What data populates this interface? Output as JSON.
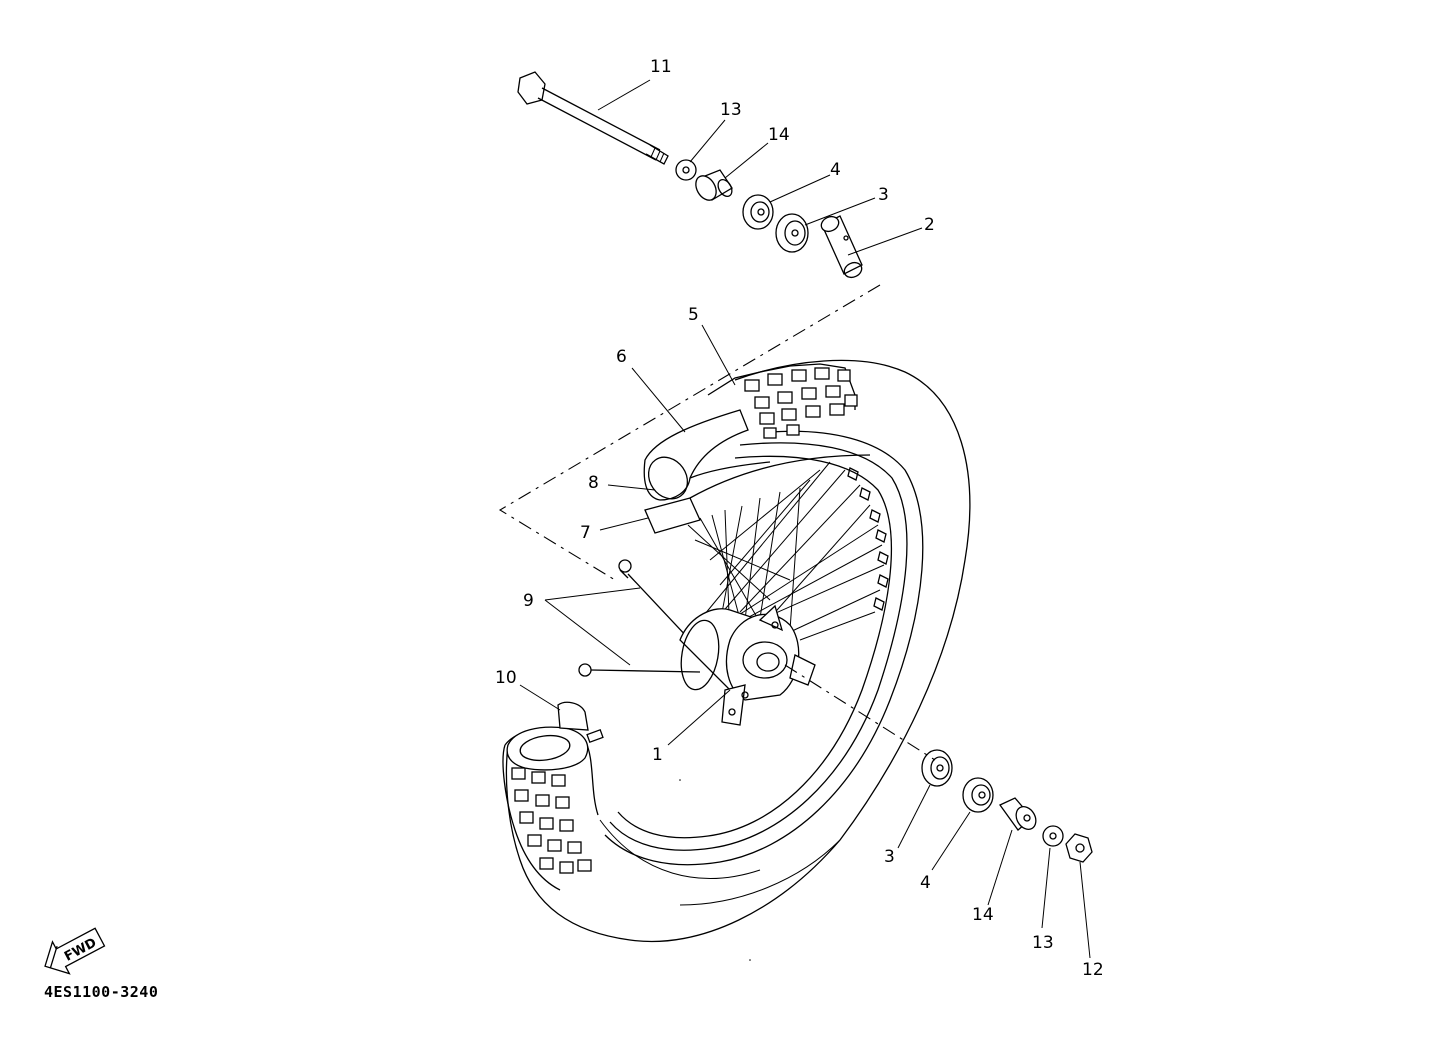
{
  "diagram": {
    "part_code": "4ES1100-3240",
    "fwd_label": "FWD",
    "callouts": [
      {
        "id": "11",
        "text": "11"
      },
      {
        "id": "13a",
        "text": "13"
      },
      {
        "id": "14a",
        "text": "14"
      },
      {
        "id": "4a",
        "text": "4"
      },
      {
        "id": "3a",
        "text": "3"
      },
      {
        "id": "2",
        "text": "2"
      },
      {
        "id": "5",
        "text": "5"
      },
      {
        "id": "6",
        "text": "6"
      },
      {
        "id": "8",
        "text": "8"
      },
      {
        "id": "7",
        "text": "7"
      },
      {
        "id": "9",
        "text": "9"
      },
      {
        "id": "10",
        "text": "10"
      },
      {
        "id": "1",
        "text": "1"
      },
      {
        "id": "3b",
        "text": "3"
      },
      {
        "id": "4b",
        "text": "4"
      },
      {
        "id": "14b",
        "text": "14"
      },
      {
        "id": "13b",
        "text": "13"
      },
      {
        "id": "12",
        "text": "12"
      }
    ]
  }
}
